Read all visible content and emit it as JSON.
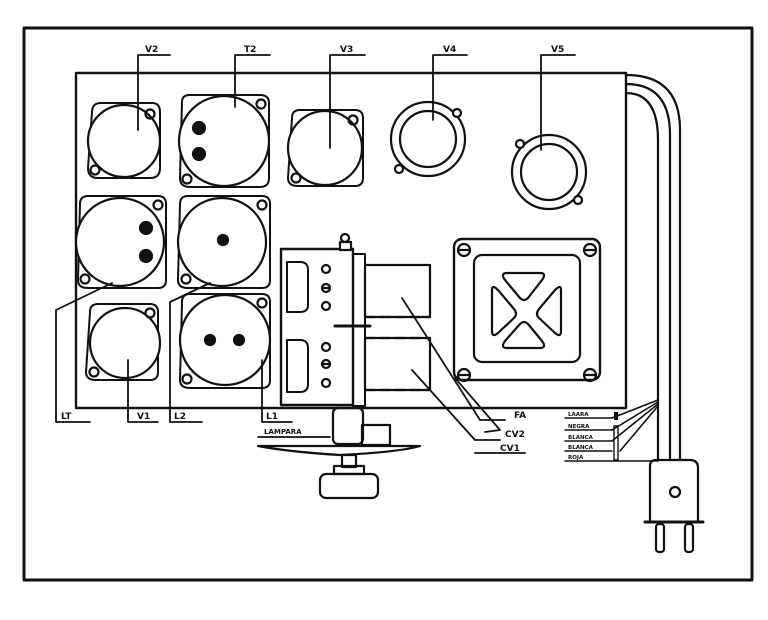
{
  "diagram": {
    "title": "Chassis component layout",
    "colors": {
      "ink": "#111111",
      "paper": "#ffffff"
    },
    "top_labels": {
      "v2": "V2",
      "t2": "T2",
      "v3": "V3",
      "v4": "V4",
      "v5": "V5"
    },
    "bottom_labels": {
      "lt": "LT",
      "v1": "V1",
      "l2": "L2",
      "l1": "L1",
      "lamp": "LAMPARA"
    },
    "right_labels": {
      "fa": "FA",
      "cv2": "CV2",
      "cv1": "CV1"
    },
    "wire_labels": [
      "LAARA",
      "NEGRA",
      "BLANCA",
      "BLANCA",
      "ROJA"
    ]
  }
}
